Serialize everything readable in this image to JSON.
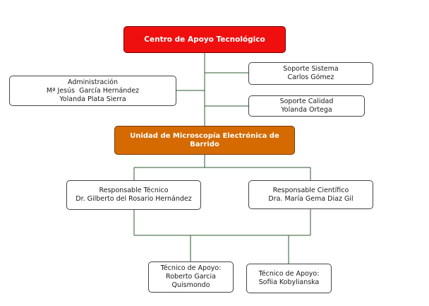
{
  "top": {
    "title": "Centro de Apoyo Tecnológico"
  },
  "administracion": {
    "lines": [
      "Administración",
      "Mª Jesús  García Hernández",
      "Yolanda Plata Sierra"
    ]
  },
  "soporte_sistema": {
    "lines": [
      "Soporte Sistema",
      "Carlos Gómez"
    ]
  },
  "soporte_calidad": {
    "lines": [
      "Soporte Calidad",
      "Yolanda Ortega"
    ]
  },
  "unidad": {
    "lines": [
      "Unidad de Microscopía Electrónica de",
      "Barrido"
    ]
  },
  "responsable_tecnico": {
    "lines": [
      "Responsable Técnico",
      "Dr. Gilberto del Rosario Hernández"
    ]
  },
  "responsable_cientifico": {
    "lines": [
      "Responsable Científico",
      "Dra. María Gema Diaz Gil"
    ]
  },
  "tecnico_apoyo_1": {
    "lines": [
      "Técnico de Apoyo:",
      "Roberto Garcia",
      "Quismondo"
    ]
  },
  "tecnico_apoyo_2": {
    "lines": [
      "Técnico de Apoyo:",
      "Sofiia Kobylianska"
    ]
  },
  "colors": {
    "top_fill": "#ef0f0f",
    "unit_fill": "#d46a00",
    "connector": "#2e5a2e"
  }
}
